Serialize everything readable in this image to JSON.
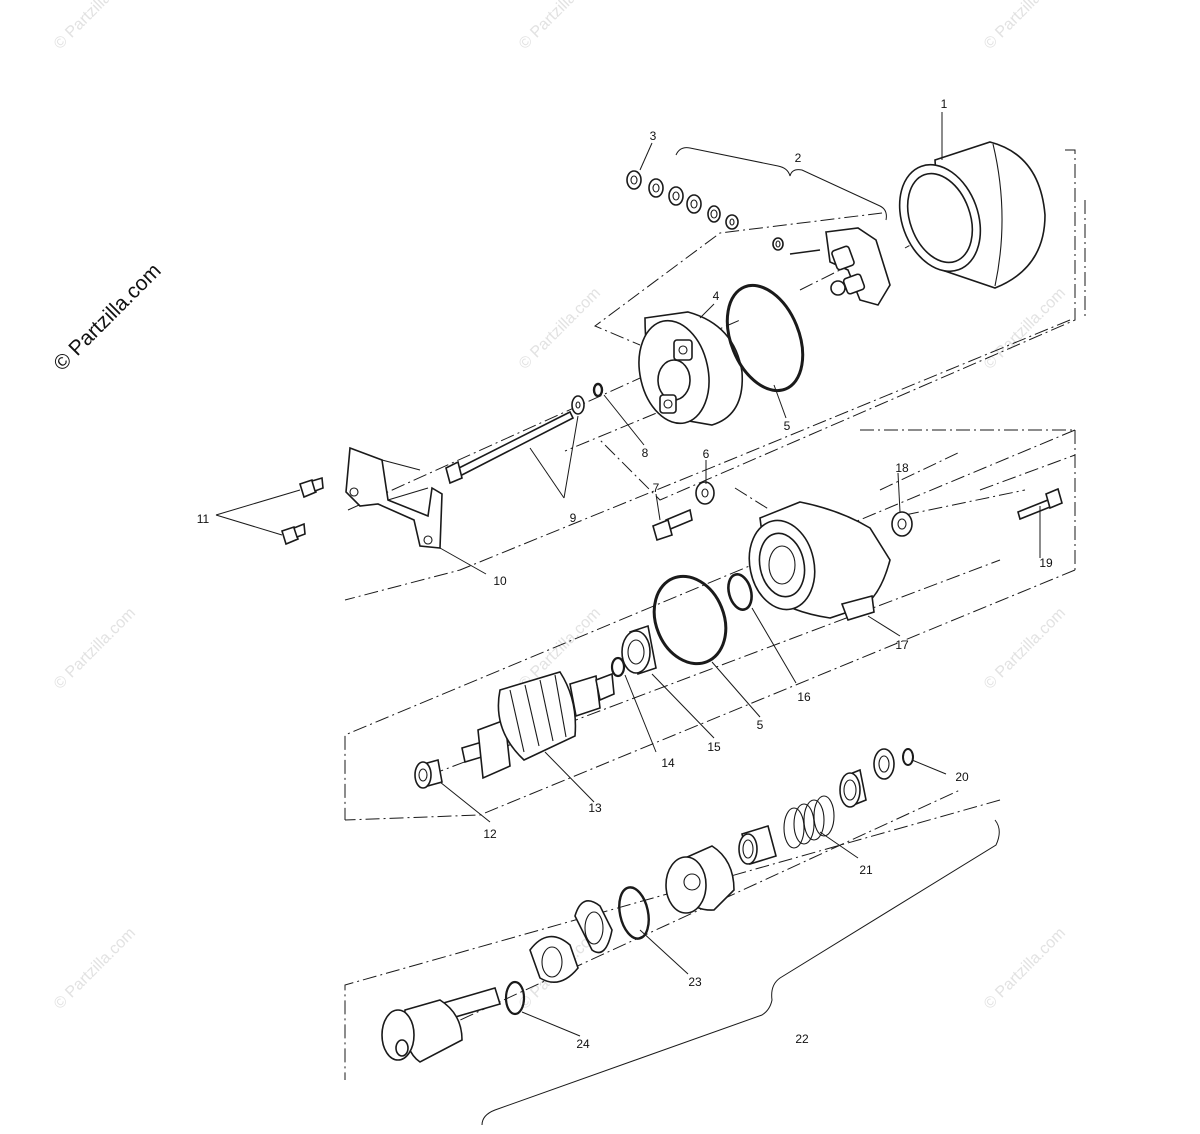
{
  "watermark": {
    "brand": "© Partzilla.com",
    "tile_text": "© Partzilla.com"
  },
  "diagram": {
    "callouts": [
      "1",
      "2",
      "3",
      "4",
      "5",
      "5",
      "6",
      "7",
      "8",
      "9",
      "10",
      "11",
      "12",
      "13",
      "14",
      "15",
      "16",
      "17",
      "18",
      "19",
      "20",
      "21",
      "22",
      "23",
      "24"
    ]
  },
  "colors": {
    "line": "#1a1a1a",
    "watermark": "#e2e2e2",
    "background": "#ffffff"
  }
}
